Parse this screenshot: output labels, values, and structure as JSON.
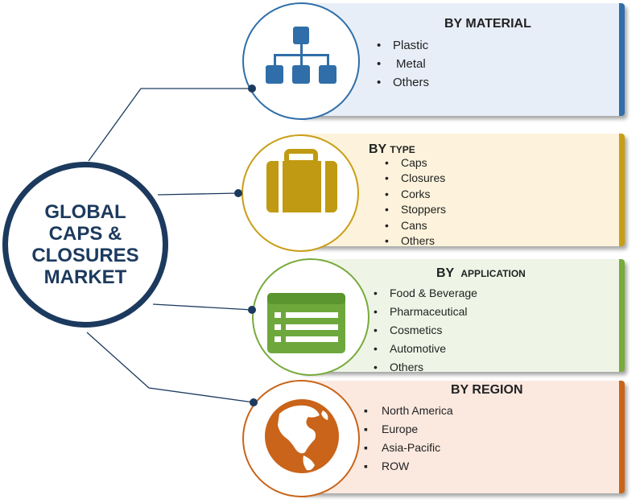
{
  "center": {
    "lines": [
      "GLOBAL",
      "CAPS &",
      "CLOSURES",
      "MARKET"
    ]
  },
  "segments": [
    {
      "title_prefix": "BY MATERIAL",
      "title_suffix": "",
      "items": [
        "Plastic",
        "Metal",
        "Others"
      ],
      "icon": "hierarchy-icon",
      "icon_color": "#2f6ea8",
      "box_bg": "#e8eef8",
      "accent": "#2f6ea8"
    },
    {
      "title_prefix": "BY",
      "title_suffix": "TYPE",
      "items": [
        "Caps",
        "Closures",
        "Corks",
        "Stoppers",
        "Cans",
        "Others"
      ],
      "icon": "briefcase-icon",
      "icon_color": "#c09a12",
      "box_bg": "#fdf3dc",
      "accent": "#c99e16"
    },
    {
      "title_prefix": "BY",
      "title_suffix": "APPLICATION",
      "items": [
        "Food & Beverage",
        "Pharmaceutical",
        "Cosmetics",
        "Automotive",
        "Others"
      ],
      "icon": "list-form-icon",
      "icon_color": "#6ea83c",
      "box_bg": "#eef5e6",
      "accent": "#78aa3c"
    },
    {
      "title_prefix": "BY REGION",
      "title_suffix": "",
      "items": [
        "North America",
        "Europe",
        "Asia-Pacific",
        "ROW"
      ],
      "icon": "globe-icon",
      "icon_color": "#c9641a",
      "box_bg": "#fbe9e0",
      "accent": "#c9641a"
    }
  ],
  "colors": {
    "hub": "#1c3a5e",
    "connector": "#1c3a5e"
  }
}
